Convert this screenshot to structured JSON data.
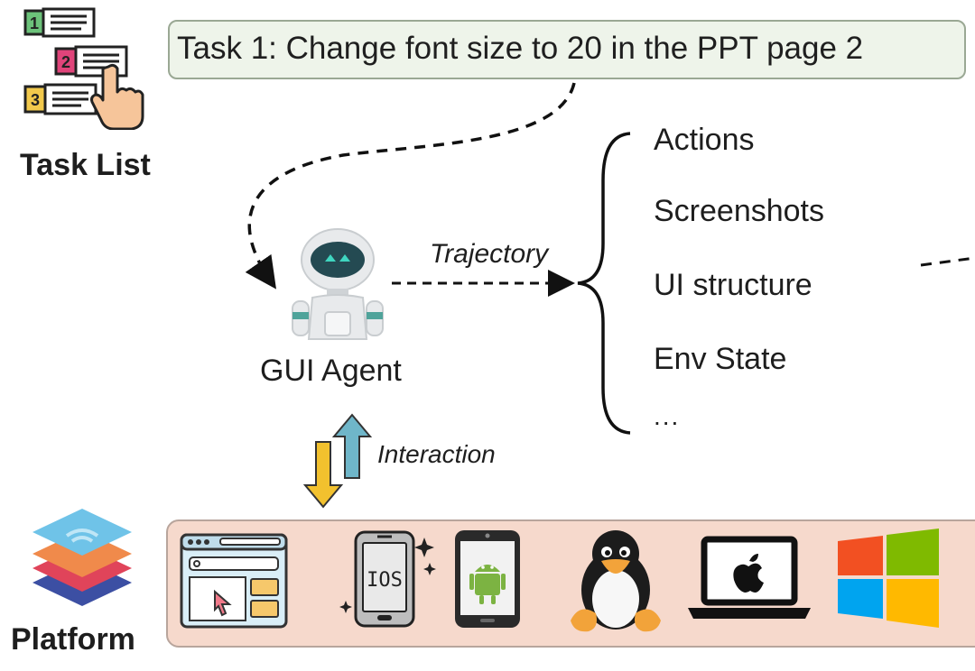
{
  "task": {
    "text": "Task 1: Change font size to 20 in the PPT page 2"
  },
  "task_list": {
    "label": "Task List",
    "items": [
      "1",
      "2",
      "3"
    ]
  },
  "agent": {
    "label": "GUI Agent"
  },
  "trajectory": {
    "label": "Trajectory"
  },
  "interaction": {
    "label": "Interaction"
  },
  "outputs": [
    "Actions",
    "Screenshots",
    "UI structure",
    "Env State",
    "..."
  ],
  "platform": {
    "label": "Platform",
    "icons": [
      "browser-window-icon",
      "ios-phone-icon",
      "android-phone-icon",
      "linux-penguin-icon",
      "macos-laptop-icon",
      "windows-logo-icon"
    ],
    "ios_text": "IOS"
  },
  "colors": {
    "task_box_bg": "#eef4ea",
    "platform_bar_bg": "#f6d9cc",
    "robot_teal": "#4fa39a",
    "arrow_yellow": "#f2c12e",
    "arrow_blue": "#6fb6c9"
  }
}
